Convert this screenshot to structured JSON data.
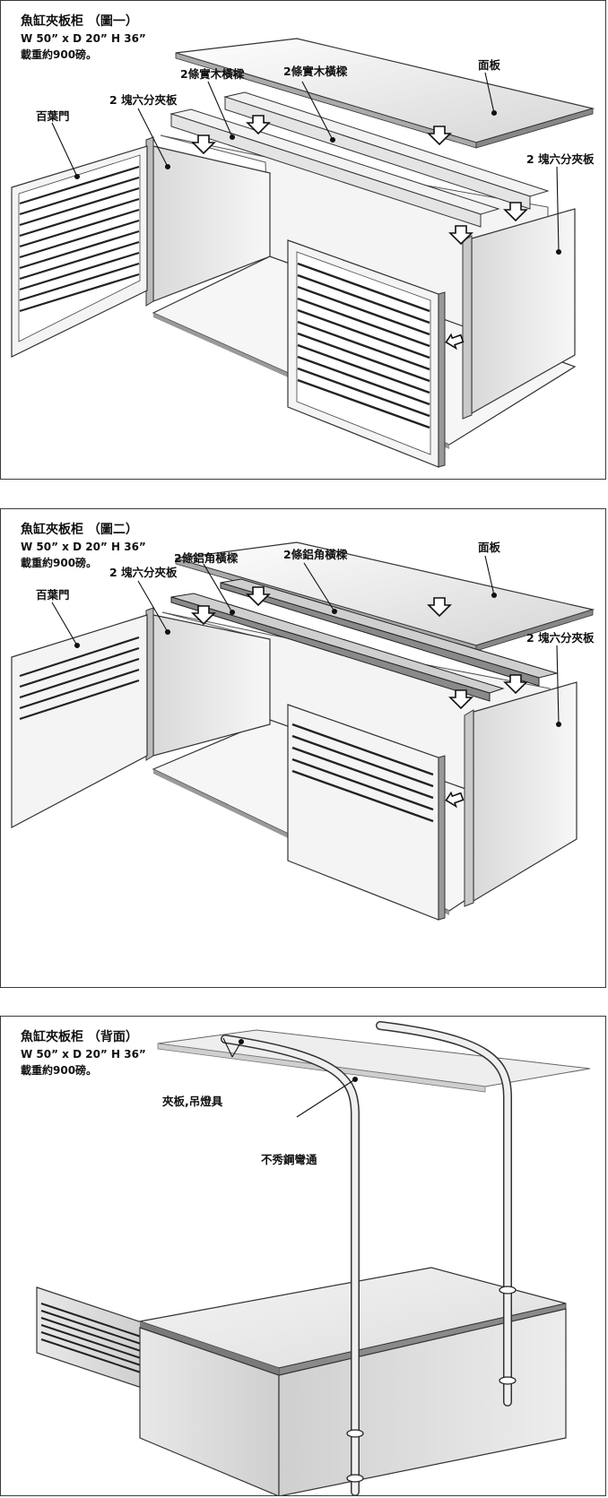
{
  "figures": [
    {
      "title": "魚缸夾板柜 （圖一）",
      "dims": "W 50”  x D 20”  H 36”",
      "load": "載重約900磅。",
      "labels": {
        "panel": "面板",
        "beam_a": "2條實木橫樑",
        "beam_b": "2條實木橫樑",
        "board_left": "2 塊六分夾板",
        "board_right": "2 塊六分夾板",
        "door": "百葉門"
      }
    },
    {
      "title": "魚缸夾板柜 （圖二）",
      "dims": "W 50”  x D 20”  H 36”",
      "load": "載重約900磅。",
      "labels": {
        "panel": "面板",
        "beam_a": "2條鋁角橫樑",
        "beam_b": "2條鋁角橫樑",
        "board_left": "2 塊六分夾板",
        "board_right": "2 塊六分夾板",
        "door": "百葉門"
      }
    },
    {
      "title": "魚缸夾板柜 （背面）",
      "dims": "W 50”  x D 20”  H 36”",
      "load": "載重約900磅。",
      "labels": {
        "clamp": "夾板,吊燈具",
        "pipe": "不秀鋼彎通"
      }
    }
  ],
  "colors": {
    "border": "#3a3a3a",
    "panel_fill": "#f1f1f1",
    "board_fill": "#e6e6e6",
    "shadow": "#9a9a9a",
    "line": "#222222"
  }
}
